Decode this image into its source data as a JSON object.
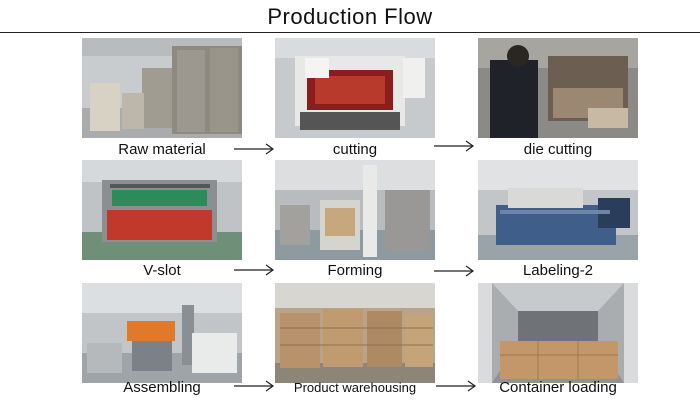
{
  "title": "Production Flow",
  "steps": [
    {
      "label": "Raw material"
    },
    {
      "label": "cutting"
    },
    {
      "label": "die cutting"
    },
    {
      "label": "V-slot"
    },
    {
      "label": "Forming"
    },
    {
      "label": "Labeling-2"
    },
    {
      "label": "Assembling"
    },
    {
      "label": "Product warehousing"
    },
    {
      "label": "Container loading"
    }
  ],
  "colors": {
    "arrow": "#222222",
    "title_rule": "#222222",
    "background": "#ffffff"
  }
}
